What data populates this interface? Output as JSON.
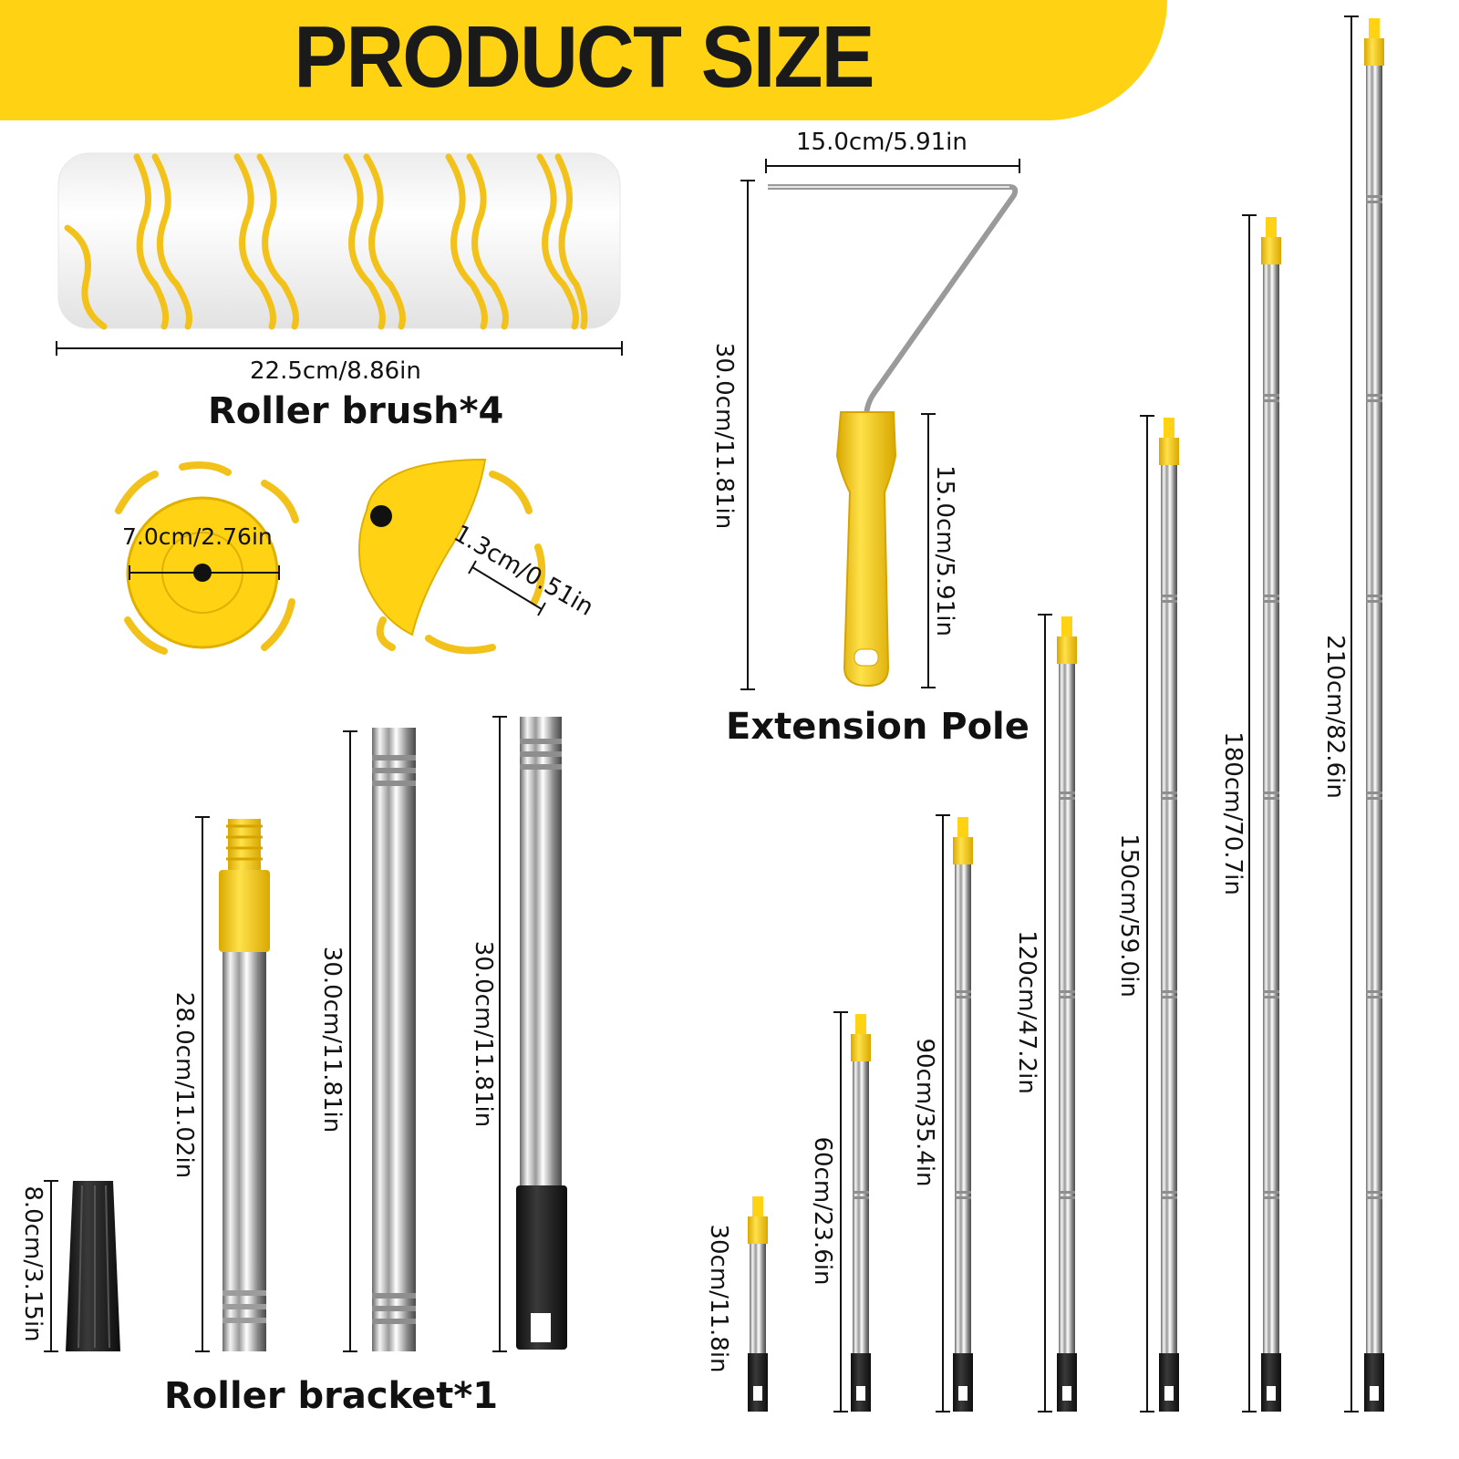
{
  "banner": {
    "title": "PRODUCT SIZE",
    "color": "#ffd314"
  },
  "colors": {
    "yellow": "#ffd314",
    "steel": "#c8c8c8",
    "black": "#1c1c1c"
  },
  "roller_brush": {
    "title": "Roller brush*4",
    "length_label": "22.5cm/8.86in",
    "diameter_label": "7.0cm/2.76in",
    "nap_label": "1.3cm/0.51in"
  },
  "frame": {
    "width_label": "15.0cm/5.91in",
    "height_label": "30.0cm/11.81in",
    "handle_label": "15.0cm/5.91in"
  },
  "roller_bracket": {
    "title": "Roller bracket*1",
    "parts": [
      {
        "label": "8.0cm/3.15in"
      },
      {
        "label": "28.0cm/11.02in"
      },
      {
        "label": "30.0cm/11.81in"
      },
      {
        "label": "30.0cm/11.81in"
      }
    ]
  },
  "extension_pole": {
    "title": "Extension Pole",
    "poles": [
      {
        "label": "30cm/11.8in"
      },
      {
        "label": "60cm/23.6in"
      },
      {
        "label": "90cm/35.4in"
      },
      {
        "label": "120cm/47.2in"
      },
      {
        "label": "150cm/59.0in"
      },
      {
        "label": "180cm/70.7in"
      },
      {
        "label": "210cm/82.6in"
      }
    ]
  }
}
